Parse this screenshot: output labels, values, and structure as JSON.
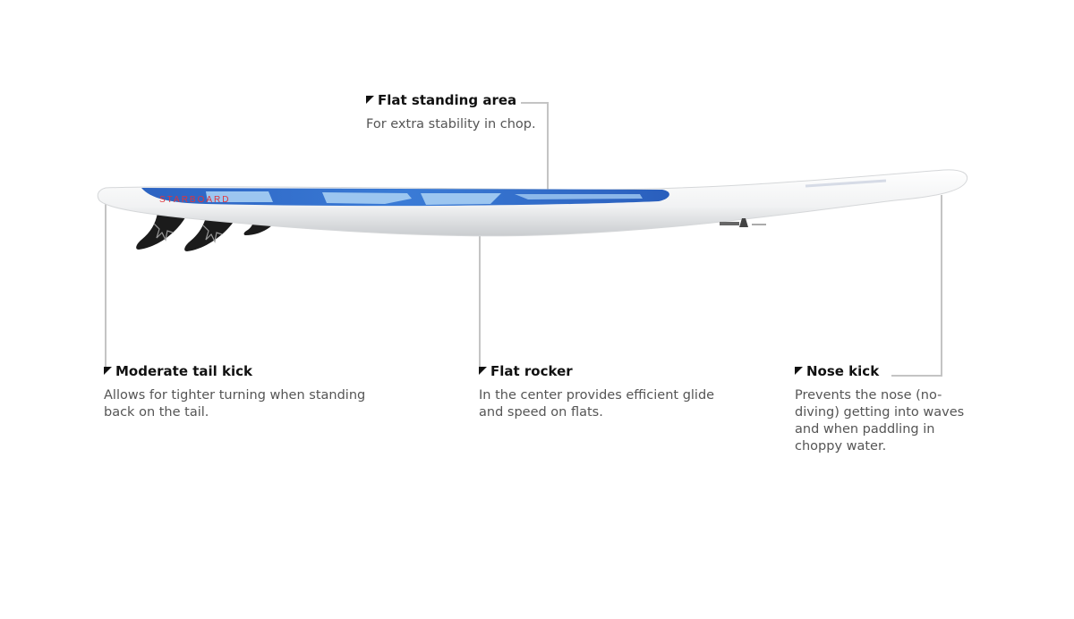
{
  "brand": {
    "board_logo": "STARBOARD"
  },
  "callouts": {
    "flat_standing": {
      "title": "Flat standing area",
      "desc": "For extra stability in chop."
    },
    "tail_kick": {
      "title": "Moderate tail kick",
      "desc": "Allows for tighter turning when standing back on the tail."
    },
    "flat_rocker": {
      "title": "Flat rocker",
      "desc": "In the center provides efficient glide and speed on flats."
    },
    "nose_kick": {
      "title": "Nose kick",
      "desc": "Prevents the nose (no-diving) getting into waves and when paddling in choppy water."
    }
  },
  "colors": {
    "deck_blue": "#2f6dc9",
    "deck_light_blue": "#9cc6f0",
    "logo_red": "#e0343c",
    "fin_dark": "#1b1b1b",
    "leader_line": "#c4c4c4"
  }
}
